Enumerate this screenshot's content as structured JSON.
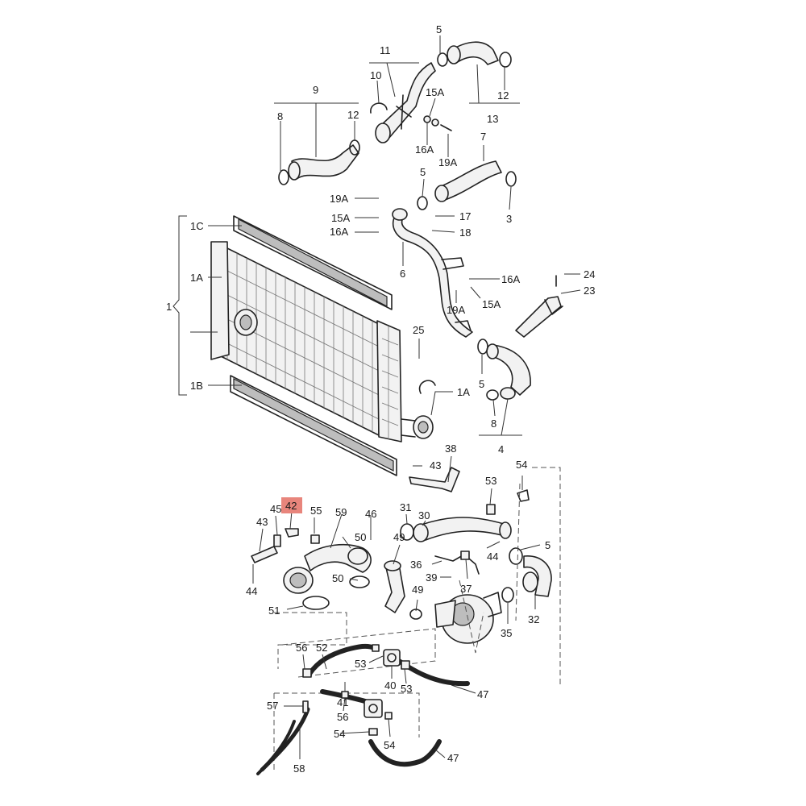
{
  "labels": {
    "l1": "1",
    "l1A": "1A",
    "l1B": "1B",
    "l1C": "1C",
    "l1A_ring": "1A",
    "l3": "3",
    "l4": "4",
    "l5a": "5",
    "l5b": "5",
    "l5c": "5",
    "l5d": "5",
    "l6": "6",
    "l7": "7",
    "l8a": "8",
    "l8b": "8",
    "l9": "9",
    "l10": "10",
    "l11": "11",
    "l12a": "12",
    "l12b": "12",
    "l13": "13",
    "l15Aa": "15A",
    "l15Ab": "15A",
    "l15Ac": "15A",
    "l16Aa": "16A",
    "l16Ab": "16A",
    "l16Ac": "16A",
    "l17": "17",
    "l18": "18",
    "l19Aa": "19A",
    "l19Ab": "19A",
    "l19Ac": "19A",
    "l23": "23",
    "l24": "24",
    "l25": "25",
    "l30": "30",
    "l31": "31",
    "l32": "32",
    "l35": "35",
    "l36": "36",
    "l37": "37",
    "l38": "38",
    "l39": "39",
    "l40": "40",
    "l41": "41",
    "l42": "42",
    "l43a": "43",
    "l43b": "43",
    "l44a": "44",
    "l44b": "44",
    "l45": "45",
    "l46": "46",
    "l47a": "47",
    "l47b": "47",
    "l49a": "49",
    "l49b": "49",
    "l50a": "50",
    "l50b": "50",
    "l51": "51",
    "l52": "52",
    "l53a": "53",
    "l53b": "53",
    "l53c": "53",
    "l54a": "54",
    "l54b": "54",
    "l54c": "54",
    "l55": "55",
    "l56a": "56",
    "l56b": "56",
    "l57": "57",
    "l58": "58",
    "l59": "59"
  },
  "highlight": {
    "part": "42",
    "color": "#e8857c"
  }
}
